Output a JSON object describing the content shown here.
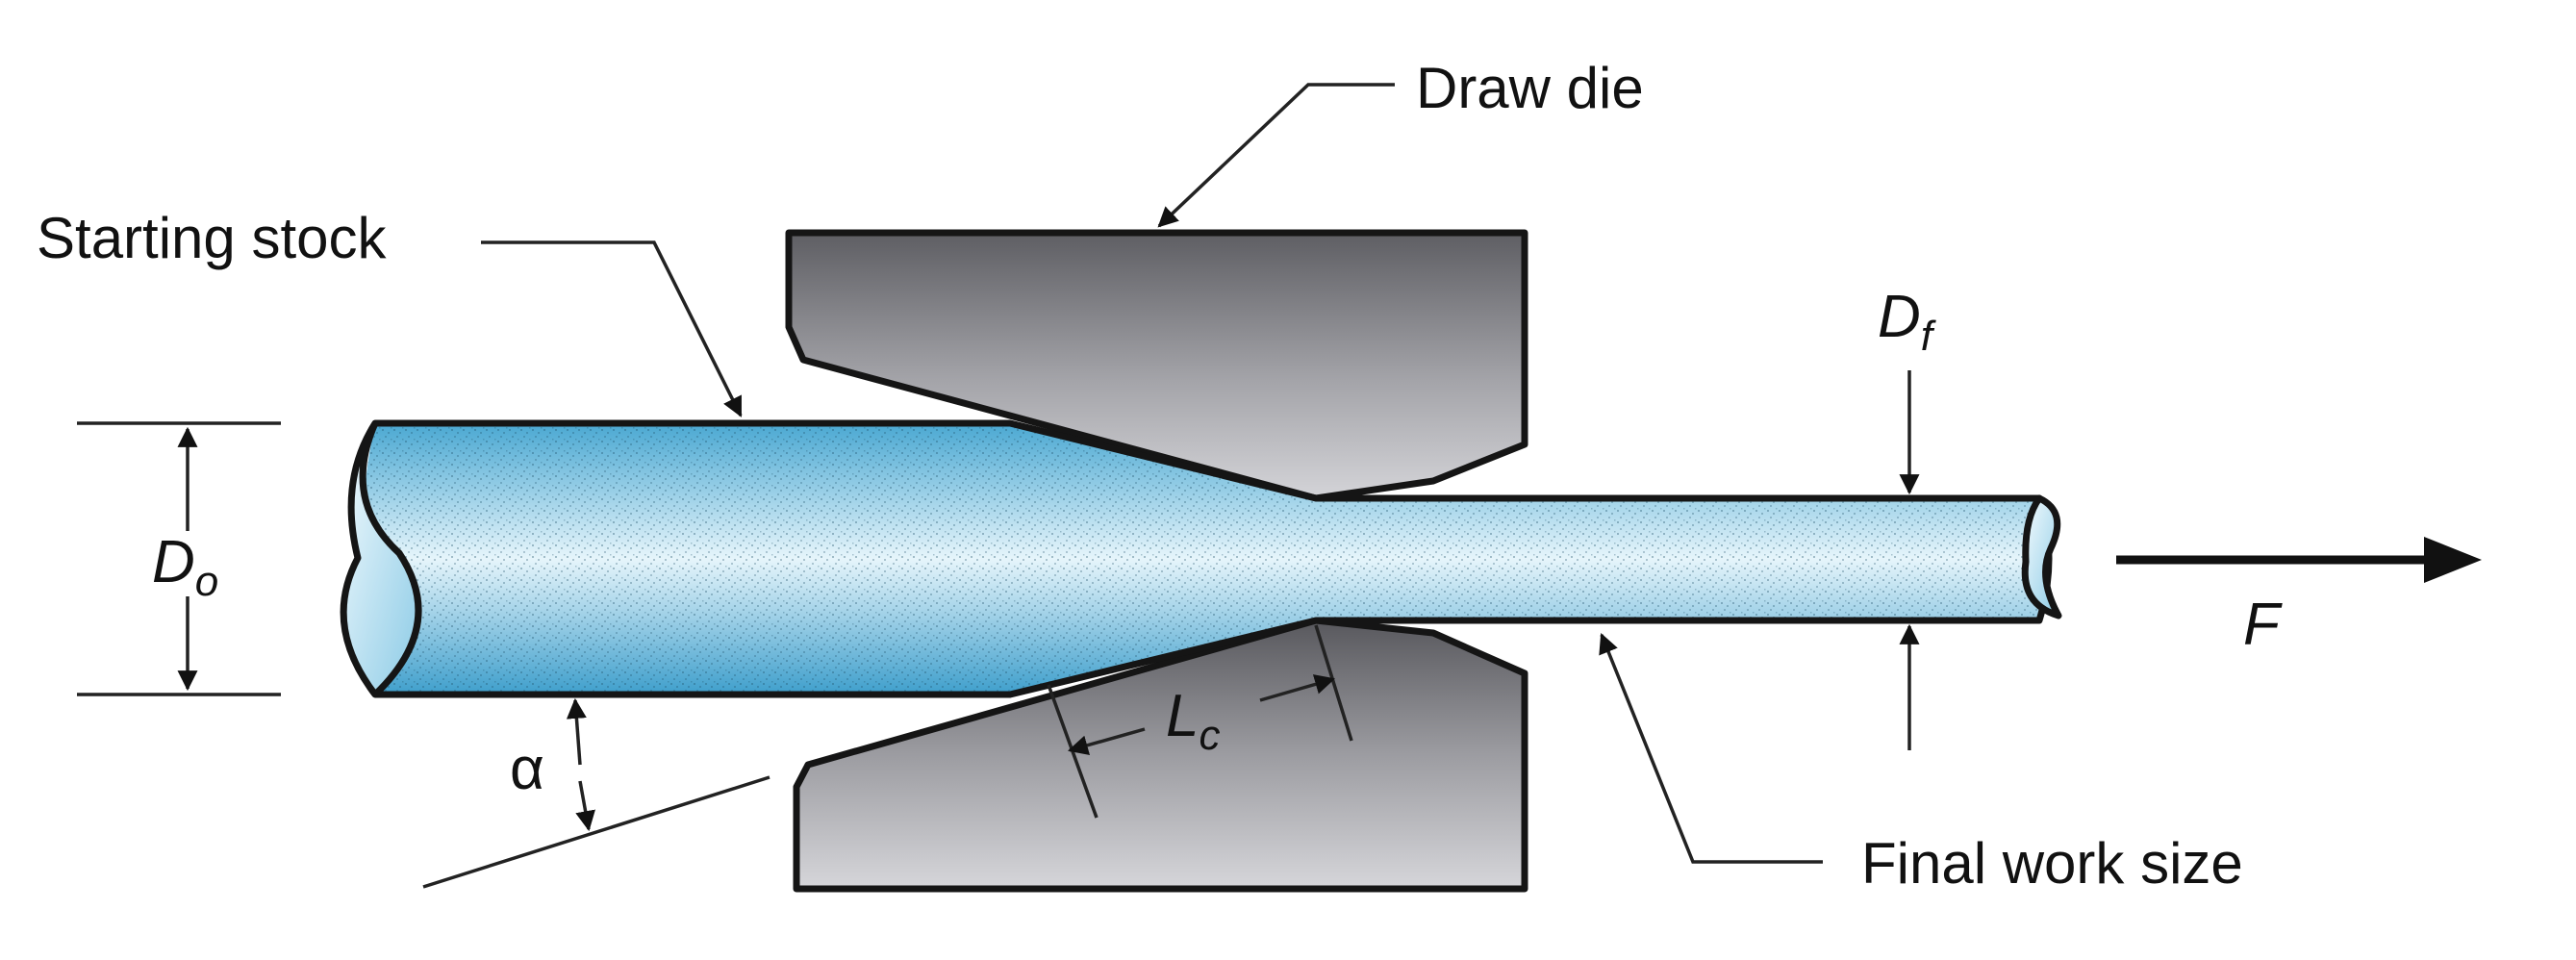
{
  "labels": {
    "draw_die": "Draw die",
    "starting_stock": "Starting stock",
    "final_work_size": "Final work size"
  },
  "symbols": {
    "initial_diameter": {
      "main": "D",
      "sub": "o"
    },
    "final_diameter": {
      "main": "D",
      "sub": "f"
    },
    "contact_length": {
      "main": "L",
      "sub": "c"
    },
    "die_angle": "α",
    "force": "F"
  },
  "colors": {
    "stock_light": "#e6f5fb",
    "stock_mid": "#9fd6ec",
    "stock_dark": "#4aa8d2",
    "die_light": "#d2d2d6",
    "die_dark": "#55555a",
    "line": "#151515"
  }
}
